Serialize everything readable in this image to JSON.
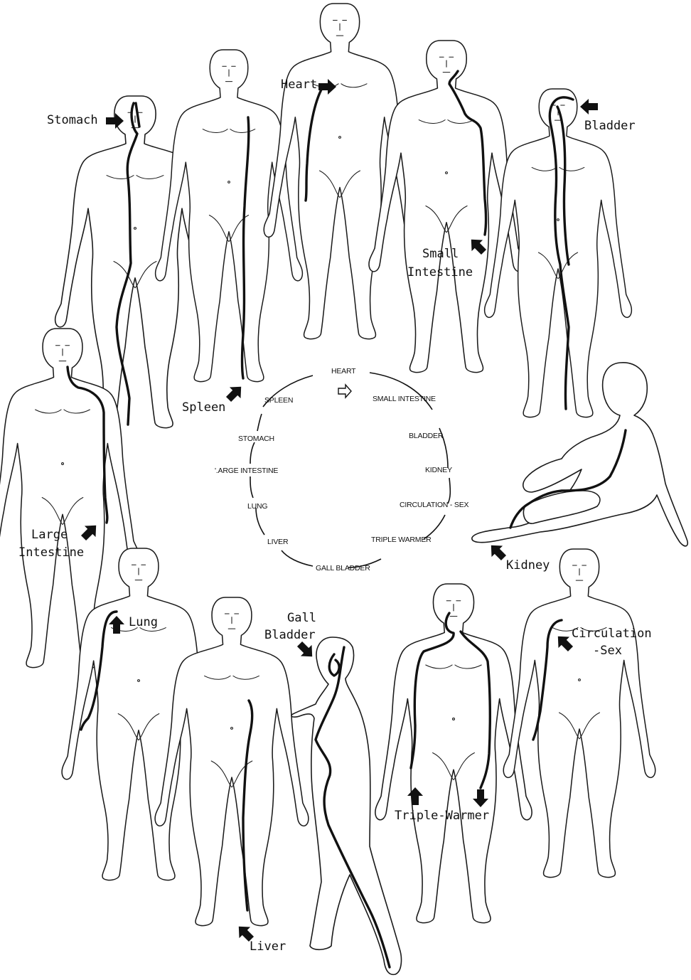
{
  "figures": [
    {
      "key": "stomach",
      "label": "Stomach",
      "arrow": "right"
    },
    {
      "key": "spleen",
      "label": "Spleen",
      "arrow": "upright"
    },
    {
      "key": "heart",
      "label": "Heart",
      "arrow": "right"
    },
    {
      "key": "small_intestine",
      "label": "Small Intestine",
      "lines": [
        "Small",
        "Intestine"
      ],
      "arrow": "upleft"
    },
    {
      "key": "bladder",
      "label": "Bladder",
      "arrow": "left"
    },
    {
      "key": "large_intestine",
      "label": "Large Intestine",
      "lines": [
        "Large",
        "Intestine"
      ],
      "arrow": "upright"
    },
    {
      "key": "kidney",
      "label": "Kidney",
      "arrow": "upleft"
    },
    {
      "key": "lung",
      "label": "Lung",
      "arrow": "up"
    },
    {
      "key": "liver",
      "label": "Liver",
      "arrow": "upleft"
    },
    {
      "key": "gall_bladder",
      "label": "Gall Bladder",
      "lines": [
        "Gall",
        "Bladder"
      ],
      "arrow": "downright"
    },
    {
      "key": "triple_warmer",
      "label": "Triple-Warmer",
      "arrow": "up"
    },
    {
      "key": "circulation_sex",
      "label": "Circulation -Sex",
      "lines": [
        "Circulation",
        "-Sex"
      ],
      "arrow": "upleft"
    }
  ],
  "cycle": {
    "labels": [
      "HEART",
      "SMALL INTESTINE",
      "BLADDER",
      "KIDNEY",
      "CIRCULATION - SEX",
      "TRIPLE WARMER",
      "GALL BLADDER",
      "LIVER",
      "LUNG",
      "'.ARGE INTESTINE",
      "STOMACH",
      "SPLEEN"
    ],
    "direction_icon": "hollow-arrow-right-icon"
  },
  "colors": {
    "ink": "#111111",
    "paper": "#ffffff"
  }
}
